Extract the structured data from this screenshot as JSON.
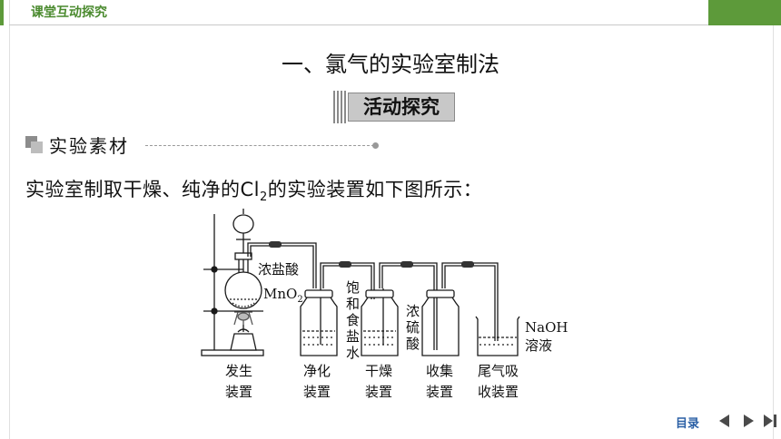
{
  "header": {
    "title": "课堂互动探究"
  },
  "section": {
    "title": "一、氯气的实验室制法"
  },
  "activity_badge": {
    "label": "活动探究"
  },
  "material": {
    "heading": "实验素材"
  },
  "intro": {
    "before": "实验室制取干燥、纯净的Cl",
    "subscript": "2",
    "after": "的实验装置如下图所示："
  },
  "diagram": {
    "labels": {
      "conc_hcl": "浓盐酸",
      "mno2": "MnO",
      "mno2_sub": "2",
      "sat_salt_water": [
        "饱",
        "和",
        "食",
        "盐",
        "水"
      ],
      "conc_h2so4": [
        "浓",
        "硫",
        "酸"
      ],
      "naoh_line1": "NaOH",
      "naoh_line2": "溶液"
    },
    "captions": [
      {
        "line1": "发生",
        "line2": "装置"
      },
      {
        "line1": "净化",
        "line2": "装置"
      },
      {
        "line1": "干燥",
        "line2": "装置"
      },
      {
        "line1": "收集",
        "line2": "装置"
      },
      {
        "line1": "尾气吸",
        "line2": "收装置"
      }
    ]
  },
  "nav": {
    "menu_label": "目录"
  },
  "colors": {
    "accent_green": "#5d9a3a",
    "nav_blue": "#2a5fa5"
  }
}
